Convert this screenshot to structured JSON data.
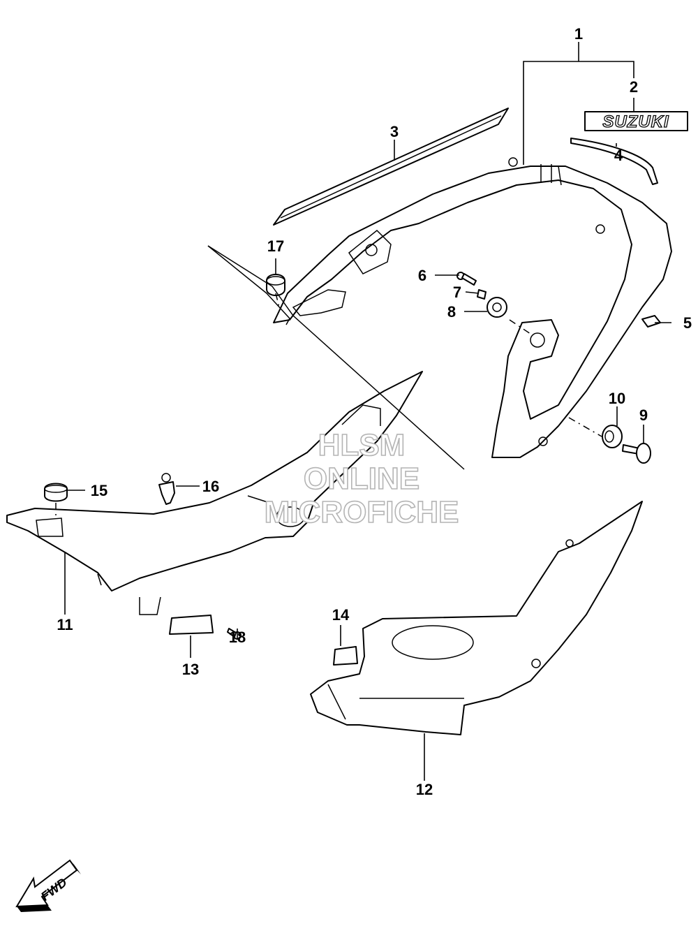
{
  "watermark": {
    "line1": "HLSM",
    "line2": "ONLINE",
    "line3": "MICROFICHE"
  },
  "emblem_text": "SUZUKI",
  "fwd_label": "FWD",
  "callouts": [
    "1",
    "2",
    "3",
    "4",
    "5",
    "6",
    "7",
    "8",
    "9",
    "10",
    "11",
    "12",
    "13",
    "14",
    "15",
    "16",
    "17",
    "18"
  ]
}
